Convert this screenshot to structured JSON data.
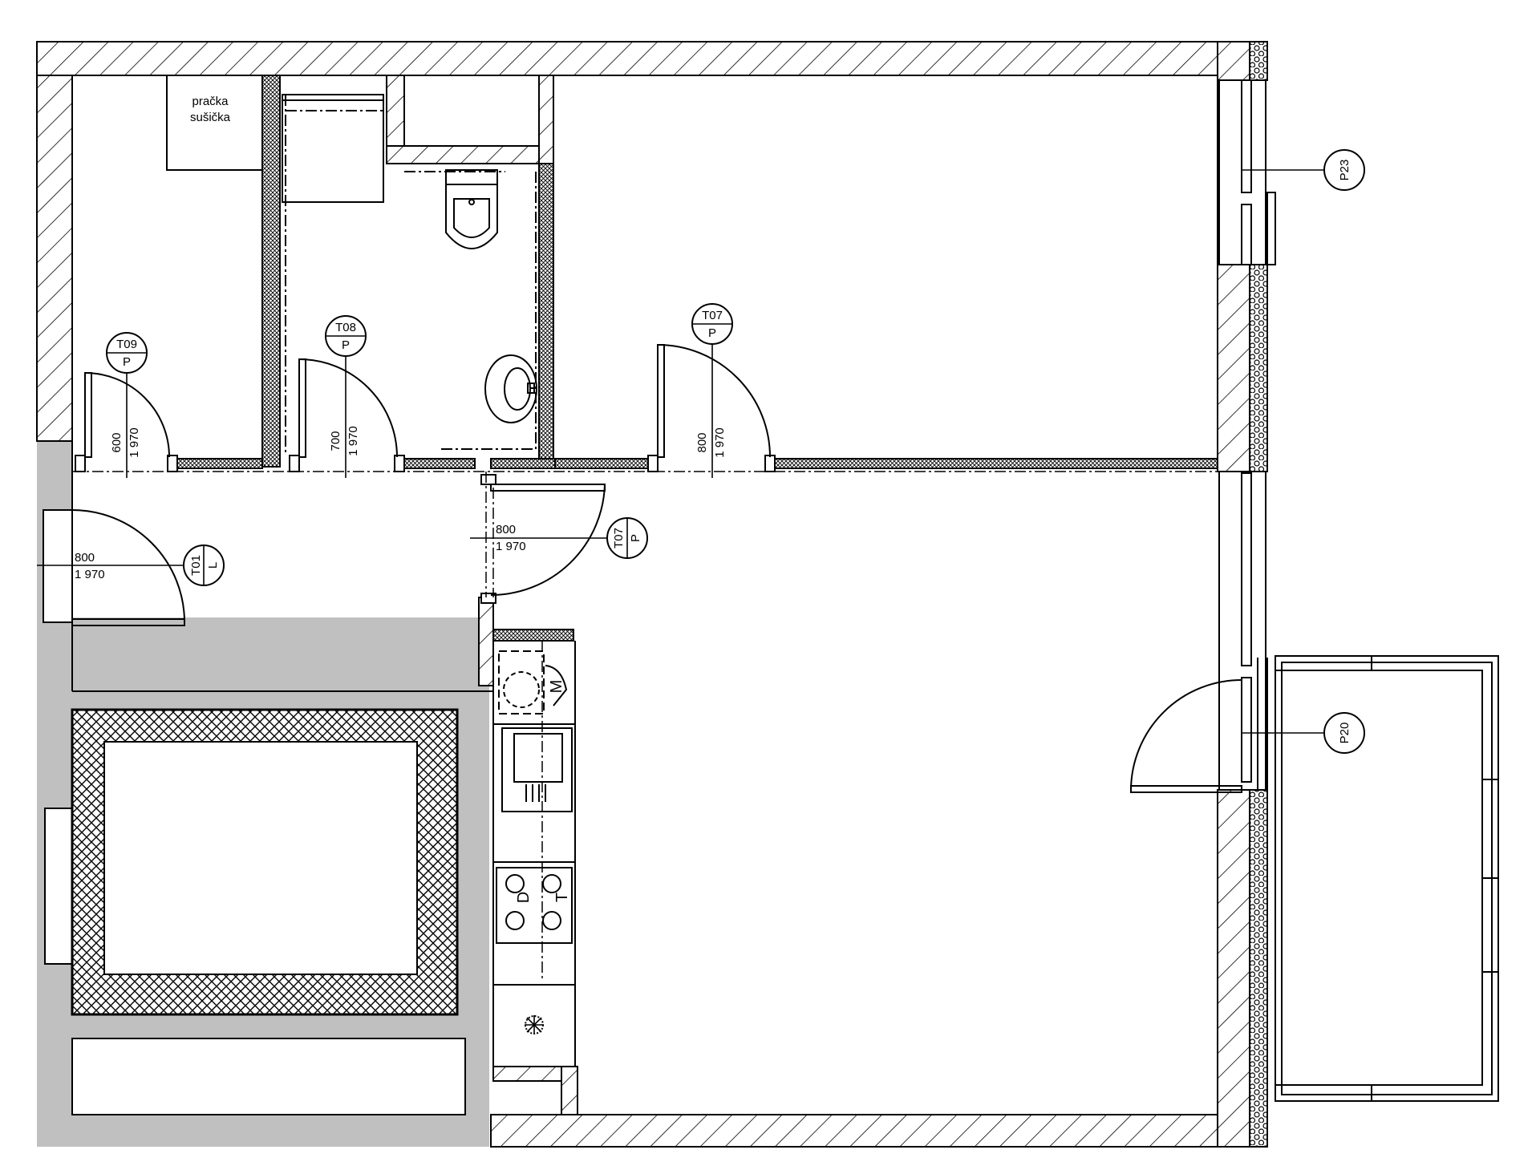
{
  "appliance_label": {
    "line1": "pračka",
    "line2": "sušička"
  },
  "tags": {
    "t09": {
      "code": "T09",
      "type": "P"
    },
    "t08": {
      "code": "T08",
      "type": "P"
    },
    "t07_top": {
      "code": "T07",
      "type": "P"
    },
    "t07_side": {
      "code": "T07",
      "type": "P"
    },
    "t01": {
      "code": "T01",
      "type": "L"
    },
    "p23": {
      "code": "P23"
    },
    "p20": {
      "code": "P20"
    }
  },
  "dimensions": {
    "t09": {
      "width": "600",
      "height": "1 970"
    },
    "t08": {
      "width": "700",
      "height": "1 970"
    },
    "t07_top": {
      "width": "800",
      "height": "1 970"
    },
    "t07_side": {
      "width": "800",
      "height": "1 970"
    },
    "t01": {
      "width": "800",
      "height": "1 970"
    }
  },
  "kitchen_symbols": {
    "microwave": "M",
    "hob_d": "D",
    "hob_t": "T"
  },
  "colors": {
    "line": "#000000",
    "grey_fill": "#c0c0c0",
    "background": "#ffffff"
  }
}
